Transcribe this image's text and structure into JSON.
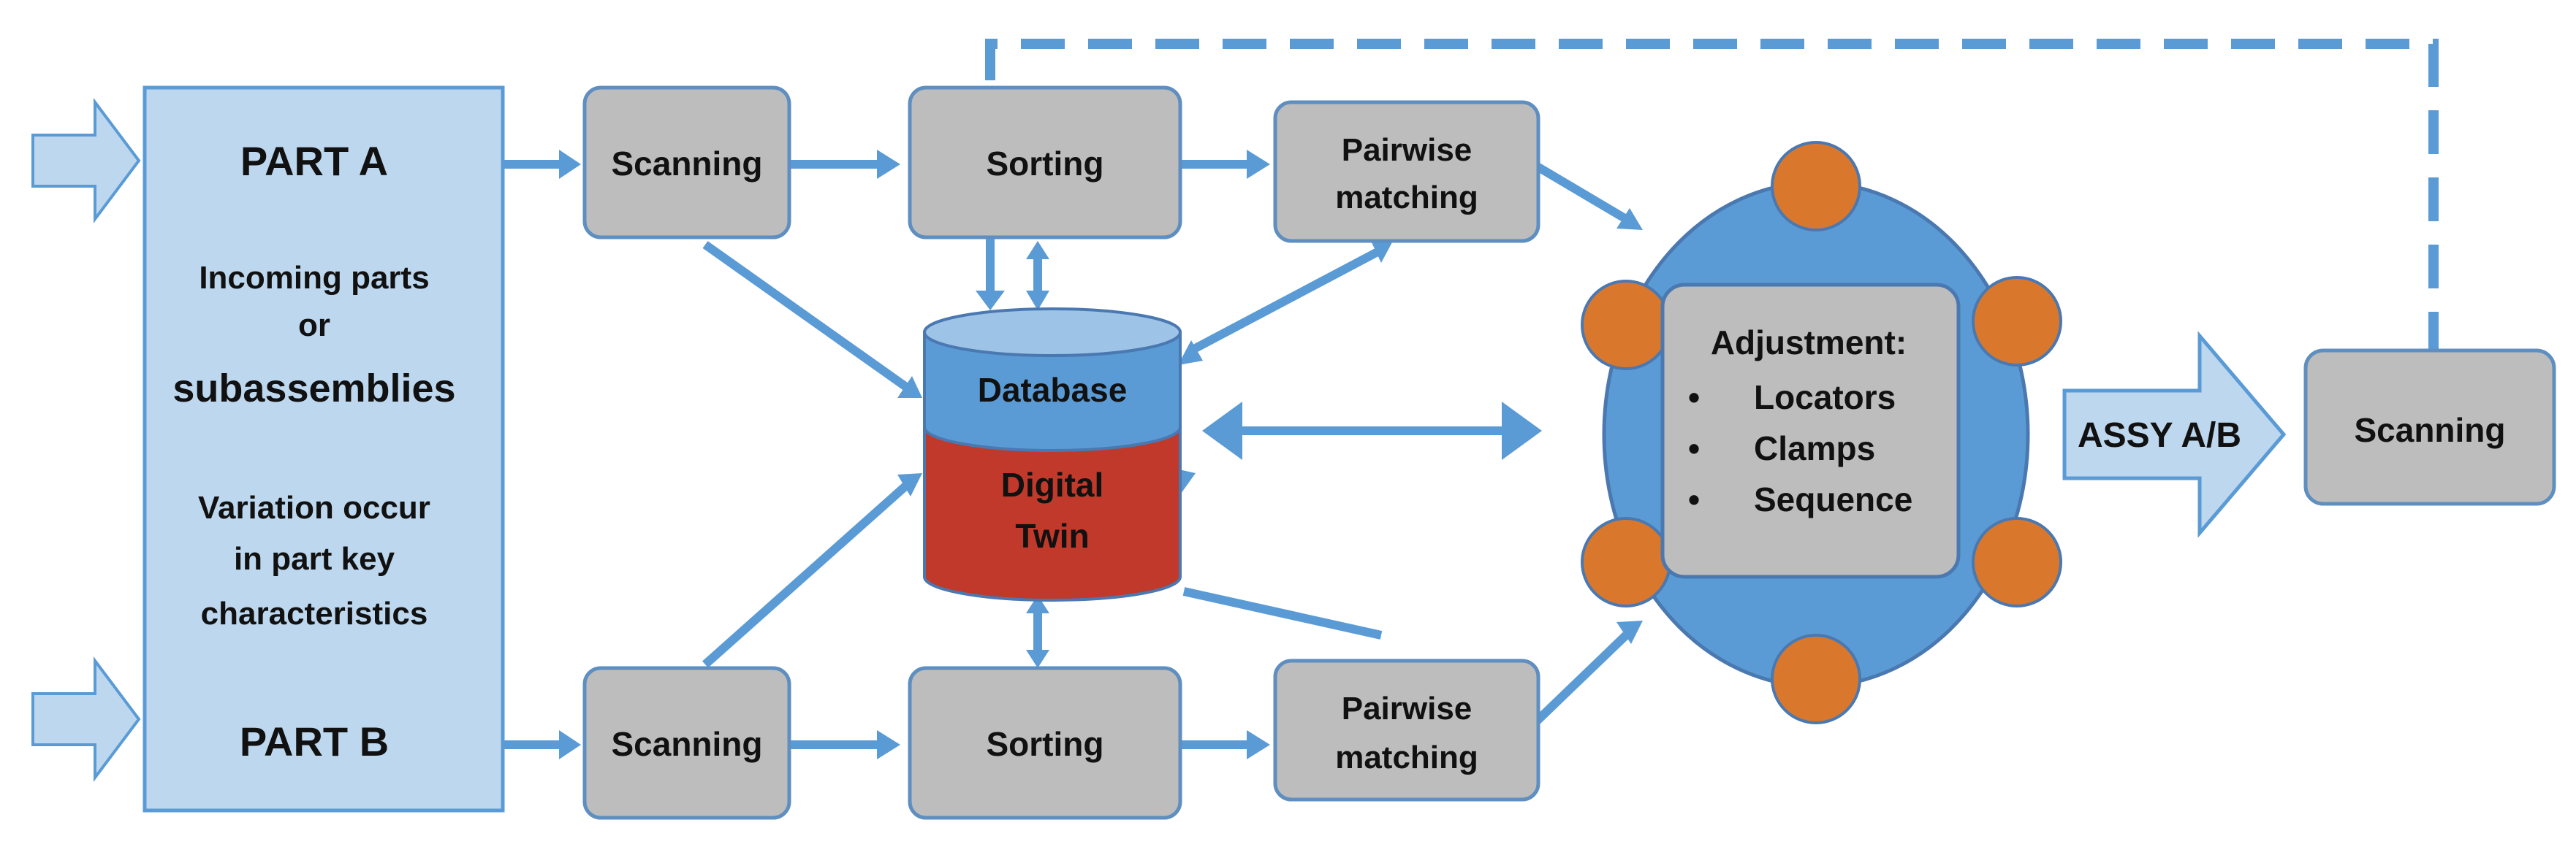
{
  "part_panel": {
    "part_a": "PART A",
    "incoming_line1": "Incoming parts",
    "incoming_line2": "or",
    "incoming_line3": "subassemblies",
    "variation_line1": "Variation occur",
    "variation_line2": "in part key",
    "variation_line3": "characteristics",
    "part_b": "PART B"
  },
  "top_row": {
    "scanning": "Scanning",
    "sorting": "Sorting",
    "pairwise_line1": "Pairwise",
    "pairwise_line2": "matching"
  },
  "bottom_row": {
    "scanning": "Scanning",
    "sorting": "Sorting",
    "pairwise_line1": "Pairwise",
    "pairwise_line2": "matching"
  },
  "database": {
    "label": "Database",
    "twin_line1": "Digital",
    "twin_line2": "Twin"
  },
  "fixture": {
    "title": "Adjustment:",
    "items": [
      "Locators",
      "Clamps",
      "Sequence"
    ],
    "bullet": "•"
  },
  "output": {
    "assy_label": "ASSY A/B",
    "scanning": "Scanning"
  },
  "colors": {
    "arrow_blue": "#5b9bd5",
    "panel_fill": "#bdd7ee",
    "box_gray": "#bdbdbd",
    "db_blue": "#5b9bd5",
    "db_red": "#c0392b",
    "clamp_orange": "#d9782d"
  }
}
